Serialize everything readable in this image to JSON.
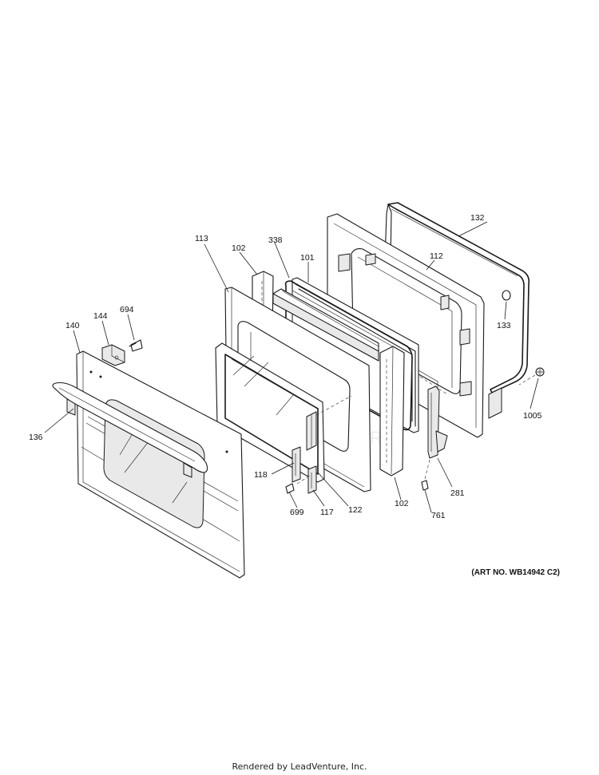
{
  "diagram": {
    "callouts": {
      "c132": "132",
      "c112": "112",
      "c338": "338",
      "c101": "101",
      "c113": "113",
      "c102a": "102",
      "c102b": "102",
      "c694": "694",
      "c144": "144",
      "c140": "140",
      "c133": "133",
      "c1005": "1005",
      "c136": "136",
      "c118": "118",
      "c699": "699",
      "c117": "117",
      "c122": "122",
      "c281": "281",
      "c761": "761"
    },
    "art_number": "(ART NO. WB14942 C2)",
    "watermark": "LEADVENTURE",
    "footer": "Rendered by LeadVenture, Inc."
  }
}
